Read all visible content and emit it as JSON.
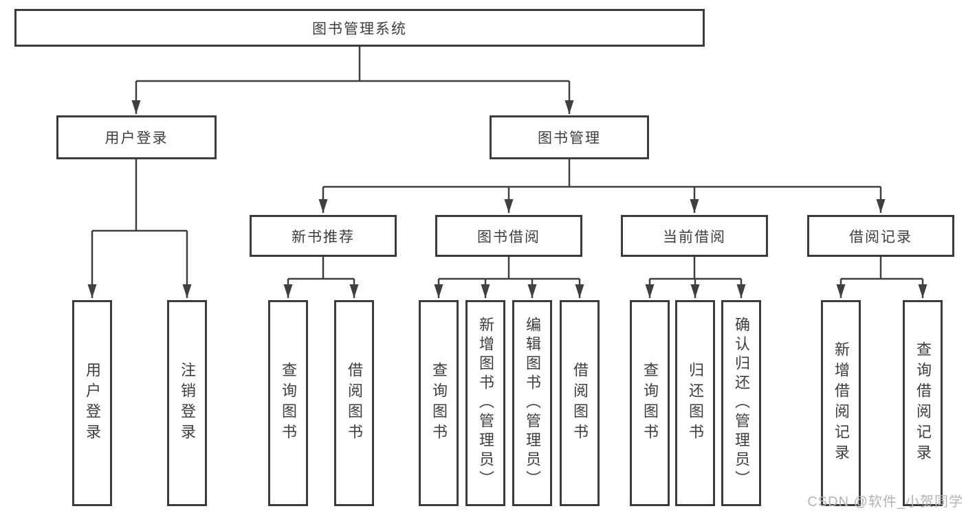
{
  "tree": {
    "root": {
      "label": "图书管理系统"
    },
    "branches": [
      {
        "label": "用户登录",
        "children": [
          {
            "label": "用户登录"
          },
          {
            "label": "注销登录"
          }
        ]
      },
      {
        "label": "图书管理",
        "children": [
          {
            "label": "新书推荐",
            "children": [
              {
                "label": "查询图书"
              },
              {
                "label": "借阅图书"
              }
            ]
          },
          {
            "label": "图书借阅",
            "children": [
              {
                "label": "查询图书"
              },
              {
                "label": "新增图书（管理员）"
              },
              {
                "label": "编辑图书（管理员）"
              },
              {
                "label": "借阅图书"
              }
            ]
          },
          {
            "label": "当前借阅",
            "children": [
              {
                "label": "查询图书"
              },
              {
                "label": "归还图书"
              },
              {
                "label": "确认归还（管理员）"
              }
            ]
          },
          {
            "label": "借阅记录",
            "children": [
              {
                "label": "新增借阅记录"
              },
              {
                "label": "查询借阅记录"
              }
            ]
          }
        ]
      }
    ]
  },
  "watermark": {
    "text": "CSDN @软件_小贺同学"
  },
  "colors": {
    "line": "#3f3f3f",
    "box_border": "#3a3a3a",
    "text": "#3d3d42",
    "watermark": "#b3b3b3",
    "background": "#ffffff"
  }
}
